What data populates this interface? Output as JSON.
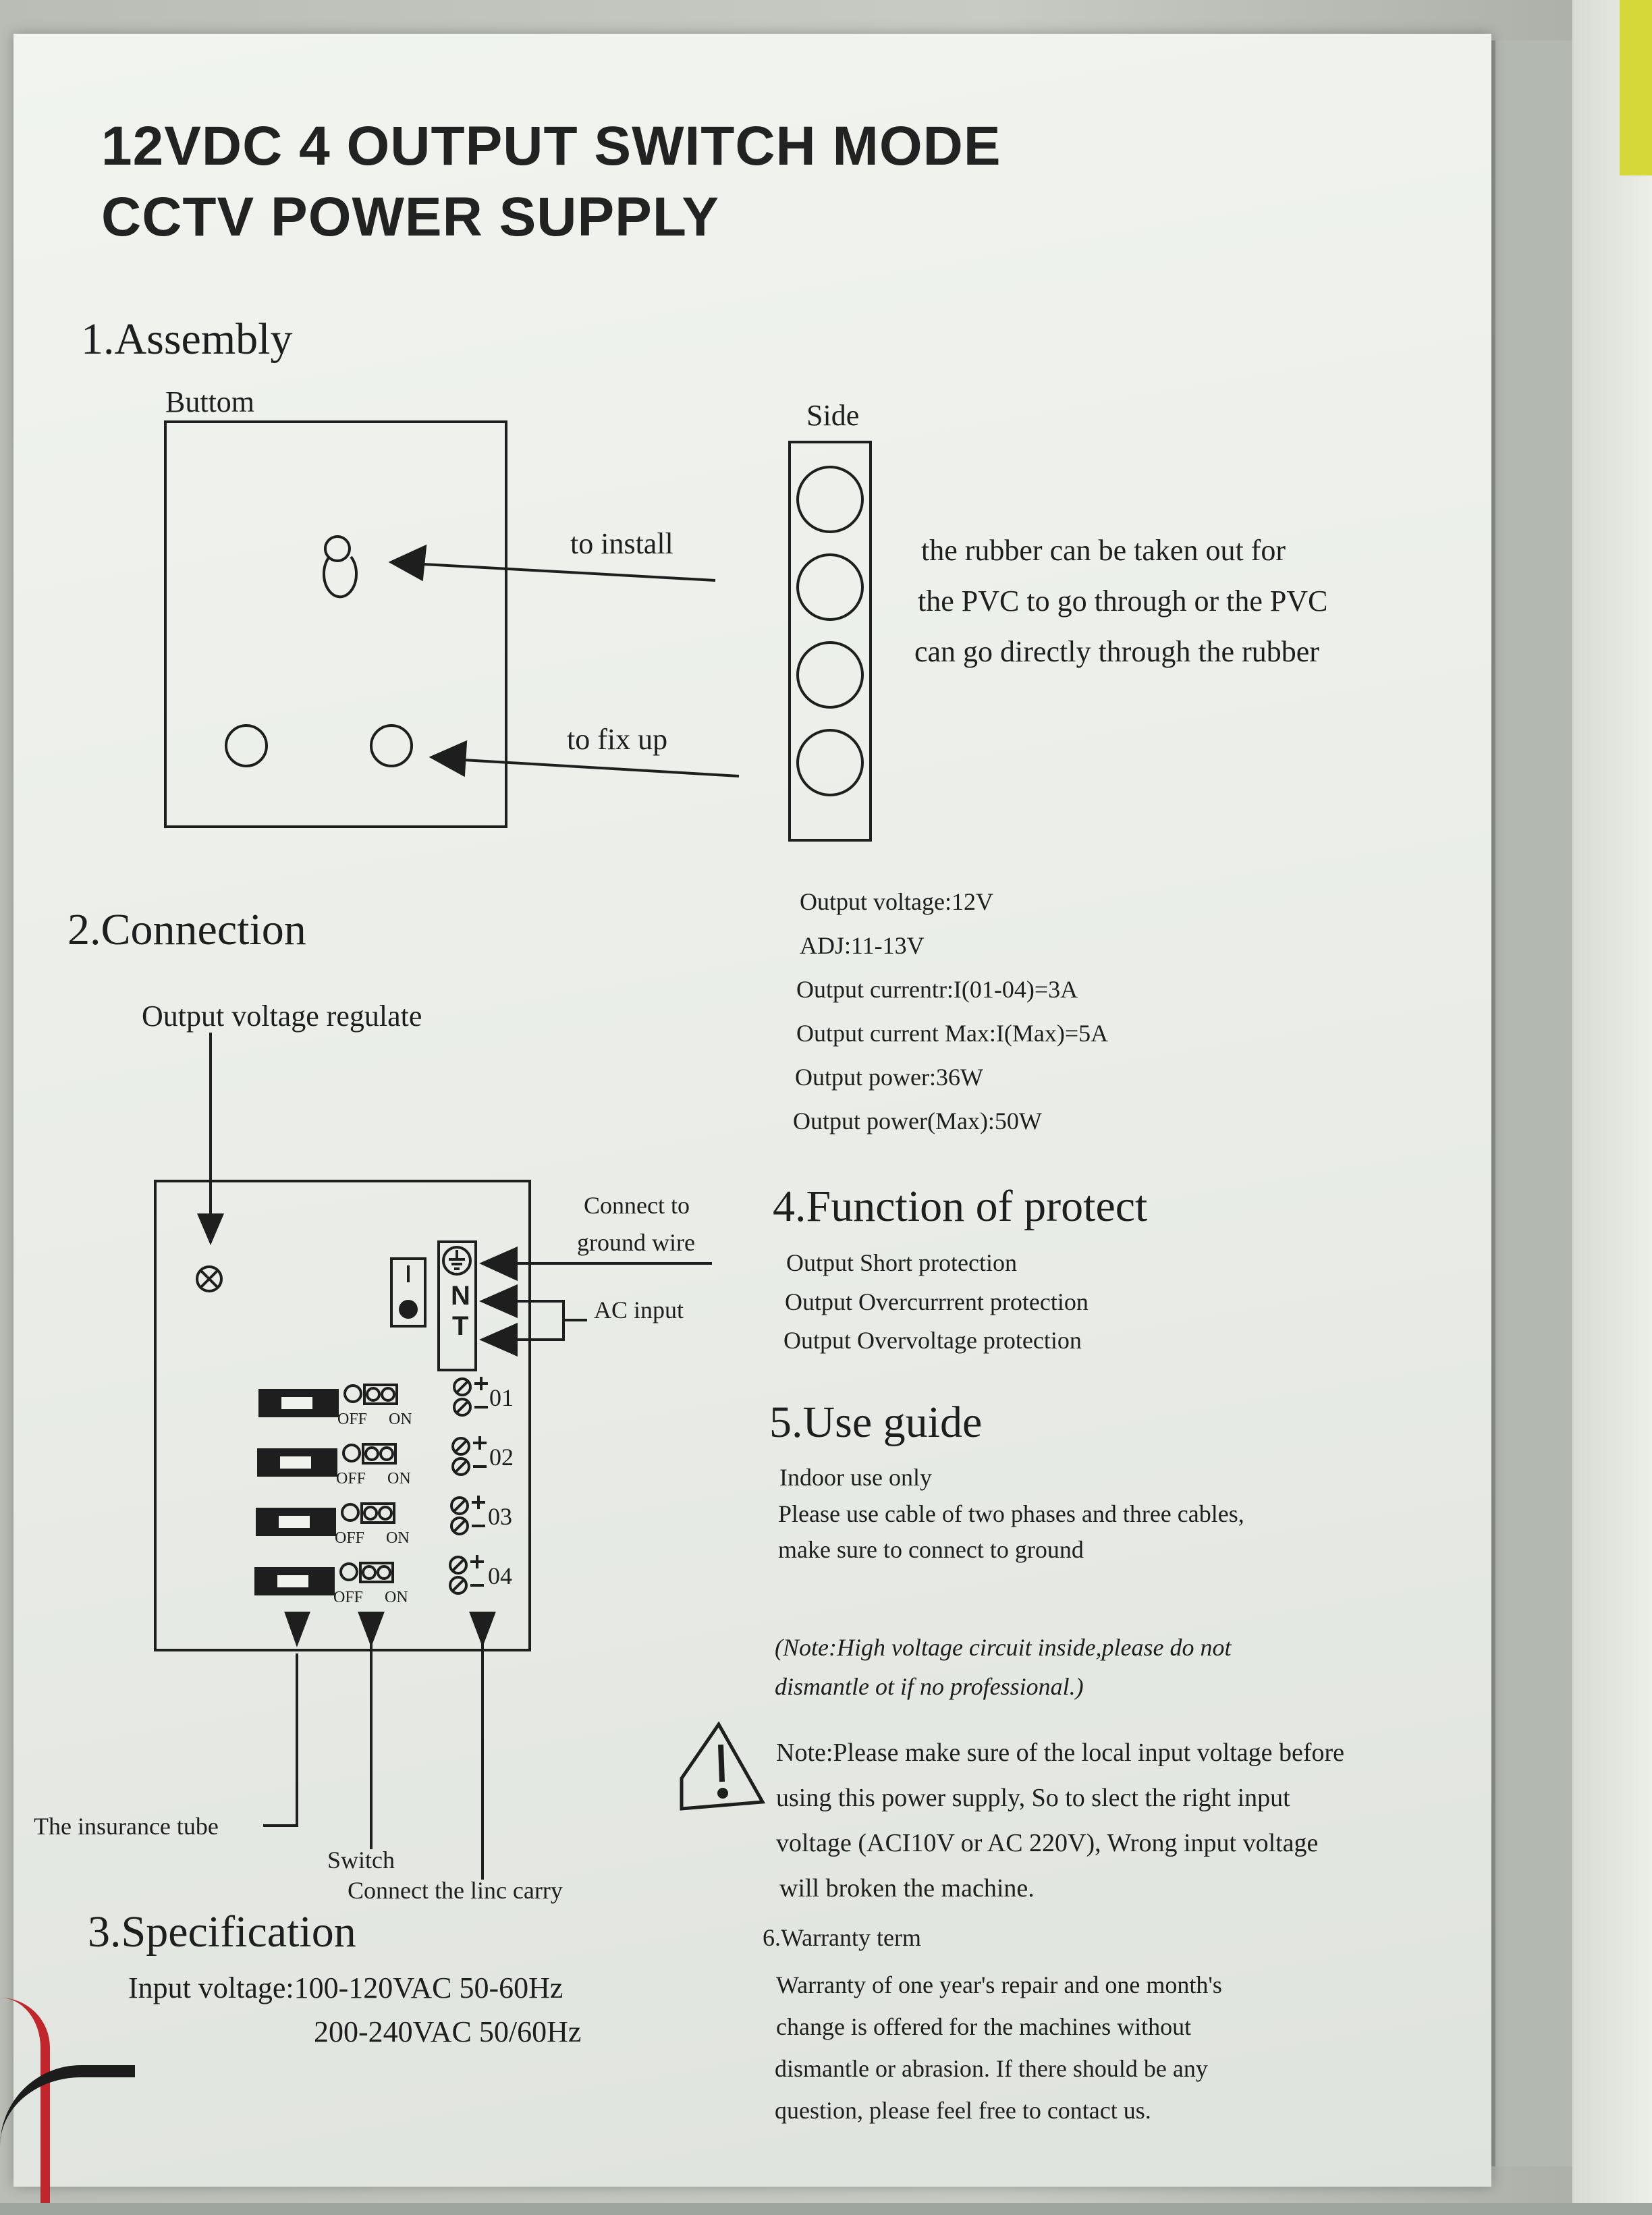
{
  "document": {
    "title_line1": "12VDC 4 OUTPUT SWITCH MODE",
    "title_line2": "CCTV POWER SUPPLY",
    "assembly": {
      "heading": "1.Assembly",
      "bottom_label": "Buttom",
      "side_label": "Side",
      "to_install": "to install",
      "to_fix_up": "to fix up",
      "rubber_note": [
        "the rubber can be taken out for",
        "the PVC to go through or the PVC",
        "can go directly through the rubber"
      ]
    },
    "connection": {
      "heading": "2.Connection",
      "output_voltage_regulate": "Output voltage regulate",
      "connect_to": "Connect to",
      "ground_wire": "ground wire",
      "ac_input": "AC input",
      "terminal_letters": [
        "N",
        "T"
      ],
      "outputs": [
        "01",
        "02",
        "03",
        "04"
      ],
      "switch_off": "OFF",
      "switch_on": "ON",
      "insurance_tube": "The insurance tube",
      "switch": "Switch",
      "connect_line_carry": "Connect the linc carry"
    },
    "output_specs": [
      "Output voltage:12V",
      "ADJ:11-13V",
      "Output currentr:I(01-04)=3A",
      "Output current Max:I(Max)=5A",
      "Output power:36W",
      "Output power(Max):50W"
    ],
    "specification": {
      "heading": "3.Specification",
      "input_line1": "Input voltage:100-120VAC 50-60Hz",
      "input_line2": "200-240VAC 50/60Hz"
    },
    "protect": {
      "heading": "4.Function of protect",
      "items": [
        "Output Short protection",
        "Output Overcurrrent protection",
        "Output Overvoltage protection"
      ]
    },
    "use_guide": {
      "heading": "5.Use guide",
      "lines": [
        "Indoor use only",
        "Please use cable of two phases and three cables,",
        "make sure to connect to ground"
      ]
    },
    "caution_note": [
      "(Note:High voltage circuit inside,please do not",
      "dismantle ot if no professional.)"
    ],
    "warning_note": [
      "Note:Please make sure of the local input voltage before",
      "using this power supply, So to slect the right input",
      "voltage (ACI10V or AC 220V), Wrong input voltage",
      "will broken the machine."
    ],
    "warranty": {
      "heading": "6.Warranty term",
      "lines": [
        "Warranty of one year's repair and one month's",
        "change is offered for the machines without",
        "dismantle or abrasion. If there should be any",
        "question, please feel free to contact us."
      ]
    }
  }
}
